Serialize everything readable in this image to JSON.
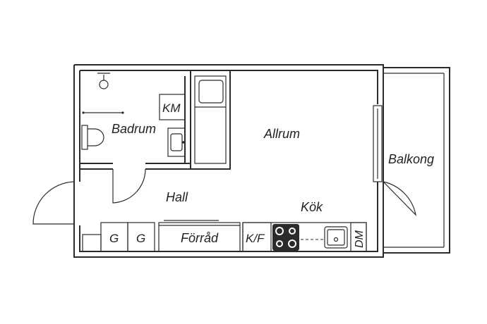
{
  "floorplan": {
    "rooms": {
      "bathroom": "Badrum",
      "living_room": "Allrum",
      "balcony": "Balkong",
      "hall": "Hall",
      "kitchen": "Kök",
      "storage": "Förråd"
    },
    "fixtures": {
      "washing_machine": "KM",
      "wardrobe_1": "G",
      "wardrobe_2": "G",
      "fridge_freezer": "K/F",
      "dishwasher": "DM"
    }
  },
  "colors": {
    "line": "#2b2b2b",
    "background": "#ffffff"
  }
}
